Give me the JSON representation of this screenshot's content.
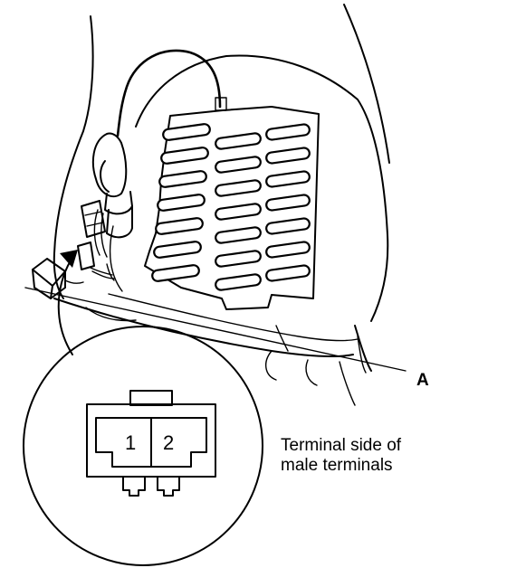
{
  "callout_label": "A",
  "connector": {
    "pins": [
      "1",
      "2"
    ]
  },
  "caption": {
    "line1": "Terminal side of",
    "line2": "male terminals"
  },
  "colors": {
    "line": "#000000",
    "background": "#ffffff"
  }
}
